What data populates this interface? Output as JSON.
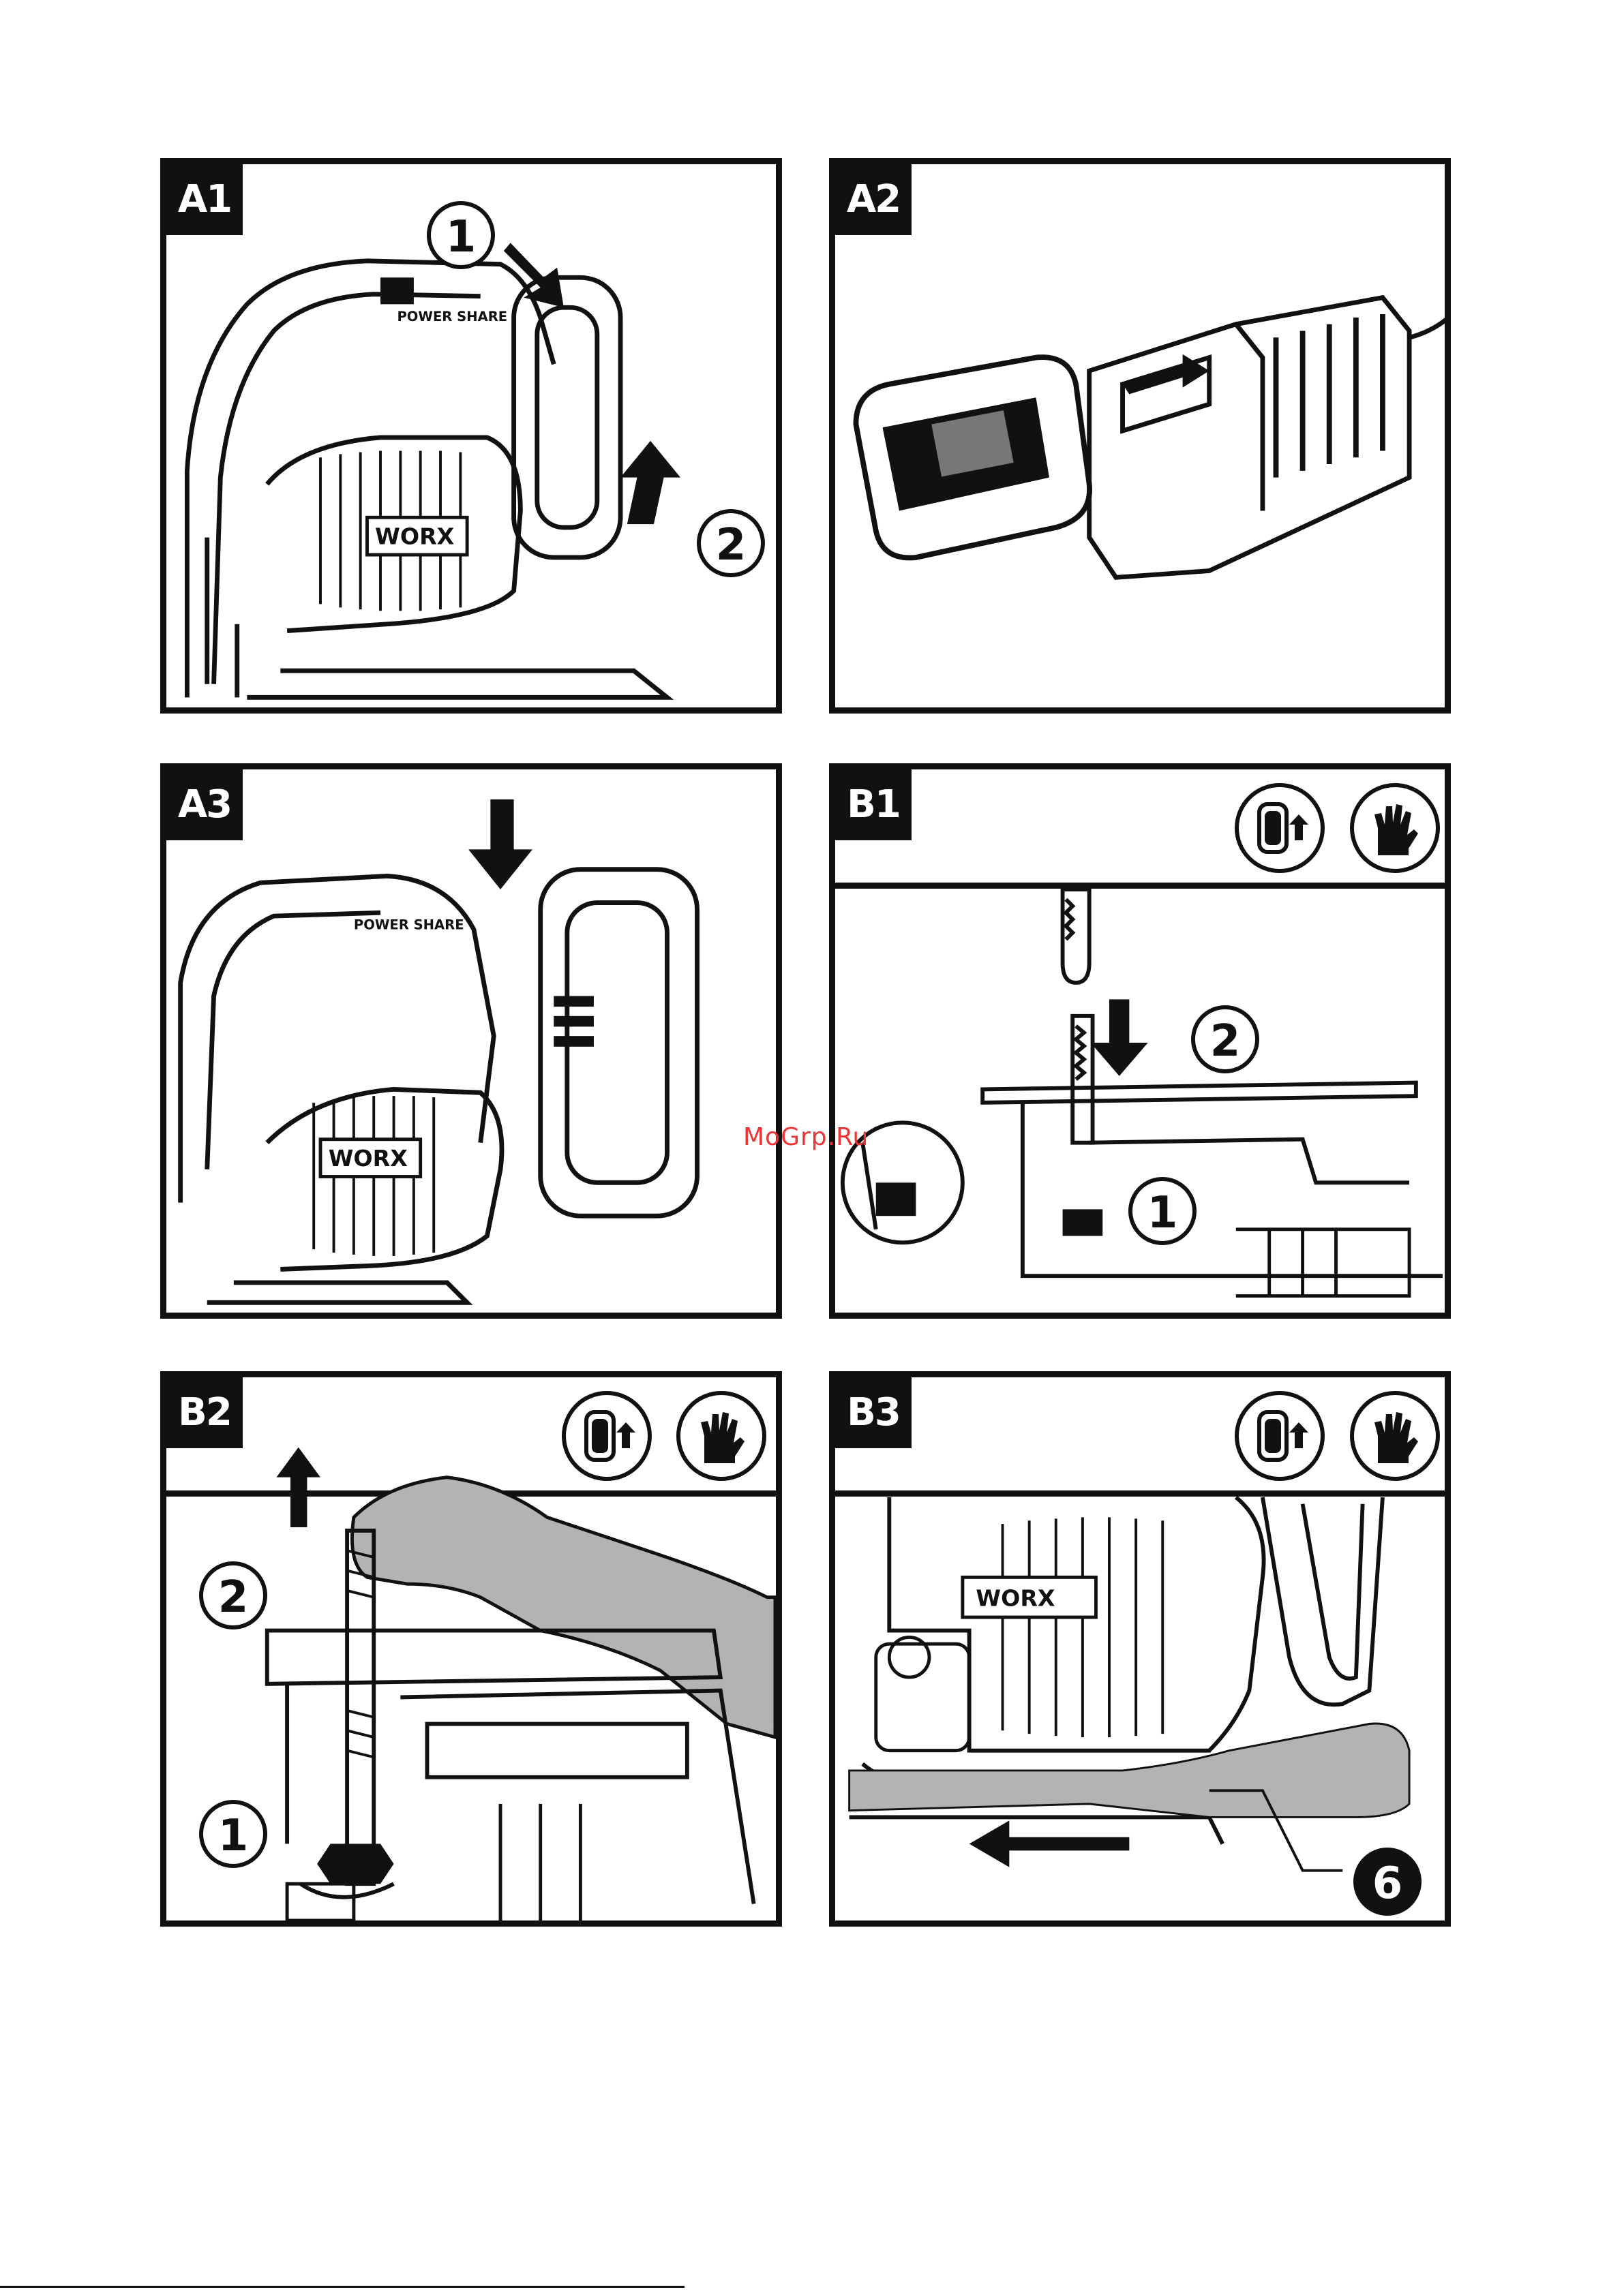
{
  "panels": [
    {
      "id": "A1",
      "label": "A1",
      "brand": "WORX",
      "badge": "POWER SHARE",
      "steps": [
        "1",
        "2"
      ]
    },
    {
      "id": "A2",
      "label": "A2"
    },
    {
      "id": "A3",
      "label": "A3",
      "brand": "WORX",
      "badge": "POWER SHARE"
    },
    {
      "id": "B1",
      "label": "B1",
      "steps": [
        "2",
        "1"
      ],
      "icons": [
        "remove-battery-icon",
        "gloves-icon"
      ]
    },
    {
      "id": "B2",
      "label": "B2",
      "steps": [
        "2",
        "1"
      ],
      "icons": [
        "remove-battery-icon",
        "gloves-icon"
      ]
    },
    {
      "id": "B3",
      "label": "B3",
      "brand": "WORX",
      "steps": [
        "6"
      ],
      "icons": [
        "remove-battery-icon",
        "gloves-icon"
      ]
    }
  ],
  "watermark": "MoGrp.Ru",
  "colors": {
    "ink": "#111111",
    "hand": "#b3b3b3",
    "watermark": "#e33333"
  }
}
